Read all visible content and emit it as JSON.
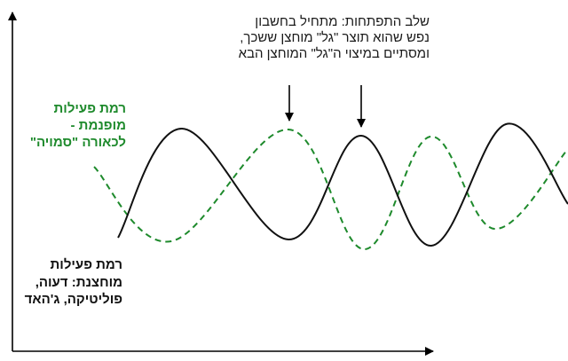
{
  "annotation": {
    "lines": [
      "שלב התפתחות: מתחיל בחשבון",
      "נפש שהוא תוצר \"גל\" מוחצן ששכך,",
      "ומסתיים במיצוי ה\"גל\" המוחצן הבא"
    ]
  },
  "latent": {
    "lines": [
      "רמת פעילות",
      "מופנמת -",
      "לכאורה \"סמויה\""
    ],
    "color": "#1e8a2c"
  },
  "overt": {
    "lines": [
      "רמת פעילות",
      "מוחצנת: דעוה,",
      "פוליטיקה, ג'האד"
    ],
    "color": "#111111"
  }
}
